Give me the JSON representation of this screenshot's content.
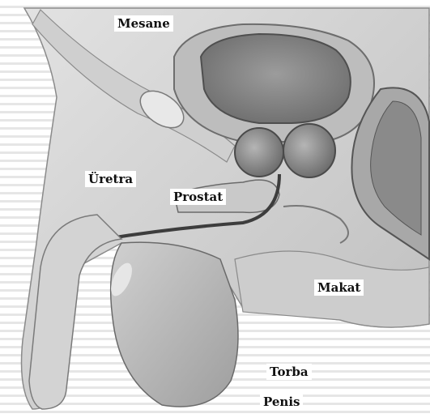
{
  "labels": {
    "bladder": "Mesane",
    "urethra": "Üretra",
    "prostate": "Prostat",
    "rectum": "Makat",
    "scrotum": "Torba",
    "penis": "Penis"
  },
  "colors": {
    "background": "#ffffff",
    "stripes": "#e6e6e6",
    "tissue_light": "#d8d8d8",
    "tissue_mid": "#b9b9b9",
    "tissue_dark": "#7c7c7c",
    "outline": "#5a5a5a",
    "bladder_inner": "#8f8f8f"
  }
}
